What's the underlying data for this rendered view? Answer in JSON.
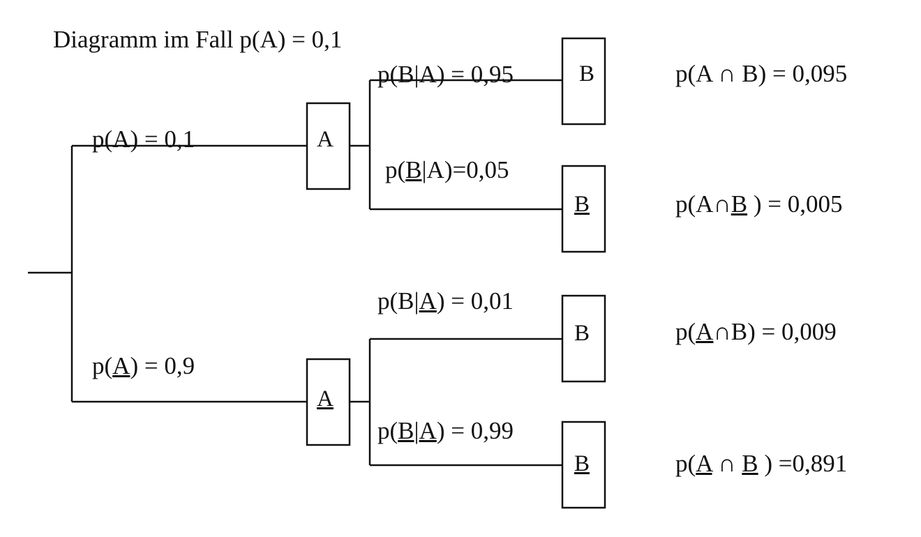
{
  "title": "Diagramm im Fall p(A) = 0,1",
  "root_branches": [
    {
      "prefix": "p(",
      "event": "A",
      "event_underlined": false,
      "suffix": ") = 0,1"
    },
    {
      "prefix": "p(",
      "event": "A",
      "event_underlined": true,
      "suffix": ") = 0,9"
    }
  ],
  "first_level_nodes": [
    {
      "label": "A",
      "underlined": false
    },
    {
      "label": "A",
      "underlined": true
    }
  ],
  "conditional_branches": [
    {
      "p": "p(",
      "b": "B",
      "b_underlined": false,
      "bar": "|",
      "a": "A",
      "a_underlined": false,
      "suffix": ") = 0,95"
    },
    {
      "p": "p(",
      "b": "B",
      "b_underlined": true,
      "bar": "|",
      "a": "A",
      "a_underlined": false,
      "suffix": ")=0,05"
    },
    {
      "p": "p(",
      "b": "B",
      "b_underlined": false,
      "bar": "|",
      "a": "A",
      "a_underlined": true,
      "suffix": ") = 0,01"
    },
    {
      "p": "p(",
      "b": "B",
      "b_underlined": true,
      "bar": "|",
      "a": "A",
      "a_underlined": true,
      "suffix": ") = 0,99"
    }
  ],
  "leaf_nodes": [
    {
      "label": "B",
      "underlined": false
    },
    {
      "label": "B",
      "underlined": true
    },
    {
      "label": "B",
      "underlined": false
    },
    {
      "label": "B",
      "underlined": true
    }
  ],
  "results": [
    {
      "p": "p(",
      "a": "A",
      "a_underlined": false,
      "cap": " ∩ ",
      "b": "B",
      "b_underlined": false,
      "suffix": ") = 0,095"
    },
    {
      "p": "p(",
      "a": "A",
      "a_underlined": false,
      "cap": "∩",
      "b": "B",
      "b_underlined": true,
      "suffix": " ) = 0,005"
    },
    {
      "p": "p(",
      "a": "A",
      "a_underlined": true,
      "cap": "∩",
      "b": "B",
      "b_underlined": false,
      "suffix": ") = 0,009"
    },
    {
      "p": "p(",
      "a": "A",
      "a_underlined": true,
      "cap": " ∩ ",
      "b": "B",
      "b_underlined": true,
      "suffix": " ) =0,891"
    }
  ],
  "colors": {
    "line": "#111111",
    "background": "#ffffff"
  }
}
